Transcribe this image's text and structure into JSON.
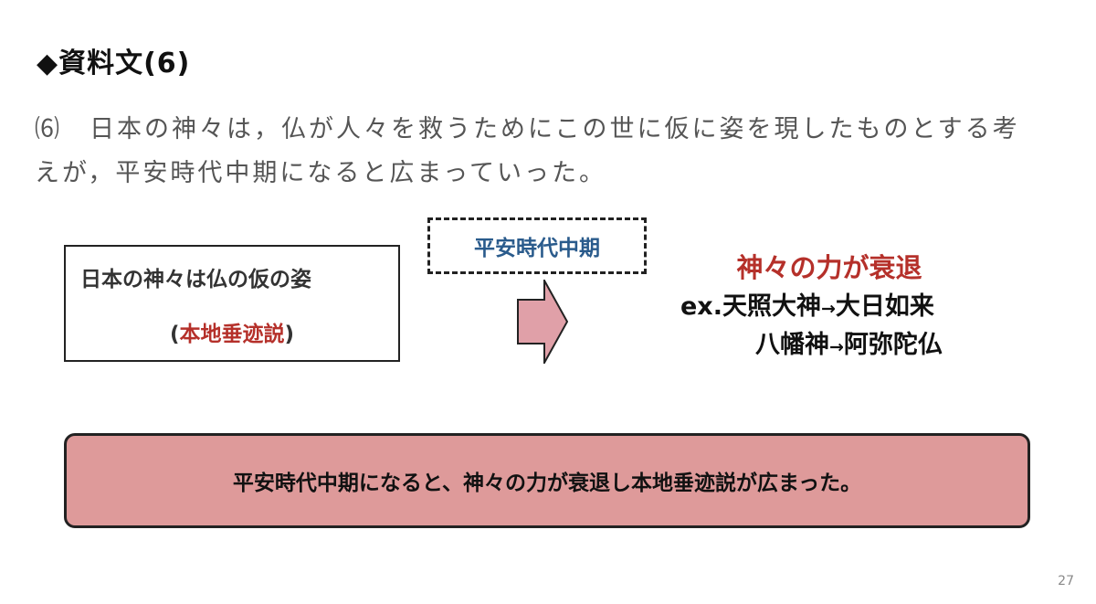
{
  "slide": {
    "title": "◆資料文(6)",
    "page_number": "27"
  },
  "source_text": {
    "line1": "⑹　日本の神々は，仏が人々を救うためにこの世に仮に姿を現したものとする考",
    "line2": "えが，平安時代中期になると広まっていった。"
  },
  "left_box": {
    "line1": "日本の神々は仏の仮の姿",
    "paren_open": "(",
    "term": "本地垂迹説",
    "paren_close": ")"
  },
  "period_label": "平安時代中期",
  "result": {
    "heading": "神々の力が衰退",
    "row1_prefix": "ex.天照大神",
    "arrow": "→",
    "row1_suffix": "大日如来",
    "row2_prefix": "八幡神",
    "row2_suffix": "阿弥陀仏"
  },
  "summary_text": "平安時代中期になると、神々の力が衰退し本地垂迹説が広まった。",
  "colors": {
    "accent_red": "#b5302a",
    "accent_blue": "#2a5b8c",
    "summary_fill": "#de9a9a",
    "arrow_fill": "#e0a0a8"
  },
  "icons": {
    "flow_arrow": "right-arrow-icon"
  }
}
